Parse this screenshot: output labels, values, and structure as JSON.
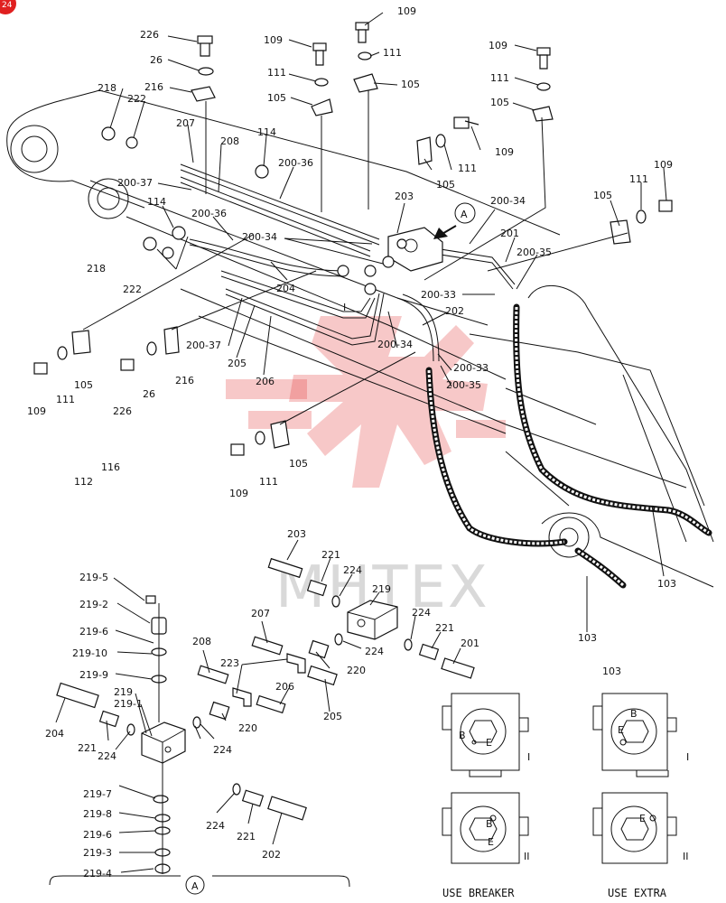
{
  "watermark": "MHTEX",
  "corner_badge": "24",
  "callout_A": "A",
  "roman_I": "I",
  "roman_II": "II",
  "section_A_label": "A",
  "caption_breaker": "USE BREAKER",
  "caption_extra": "USE EXTRA",
  "detail_code": "103",
  "panel_marks": {
    "B": "B",
    "E": "E"
  },
  "labels": [
    {
      "id": "226a",
      "text": "226"
    },
    {
      "id": "26a",
      "text": "26"
    },
    {
      "id": "216a",
      "text": "216"
    },
    {
      "id": "218a",
      "text": "218"
    },
    {
      "id": "222a",
      "text": "222"
    },
    {
      "id": "207a",
      "text": "207"
    },
    {
      "id": "208a",
      "text": "208"
    },
    {
      "id": "114a",
      "text": "114"
    },
    {
      "id": "200-37a",
      "text": "200-37"
    },
    {
      "id": "200-36a",
      "text": "200-36"
    },
    {
      "id": "109a",
      "text": "109"
    },
    {
      "id": "111a",
      "text": "111"
    },
    {
      "id": "105a",
      "text": "105"
    },
    {
      "id": "109b",
      "text": "109"
    },
    {
      "id": "111b",
      "text": "111"
    },
    {
      "id": "105b",
      "text": "105"
    },
    {
      "id": "109c",
      "text": "109"
    },
    {
      "id": "111c",
      "text": "111"
    },
    {
      "id": "105c",
      "text": "105"
    },
    {
      "id": "109d",
      "text": "109"
    },
    {
      "id": "111d",
      "text": "111"
    },
    {
      "id": "105d",
      "text": "105"
    },
    {
      "id": "203a",
      "text": "203"
    },
    {
      "id": "200-34a",
      "text": "200-34"
    },
    {
      "id": "109e",
      "text": "109"
    },
    {
      "id": "111e",
      "text": "111"
    },
    {
      "id": "105e",
      "text": "105"
    },
    {
      "id": "201a",
      "text": "201"
    },
    {
      "id": "200-35a",
      "text": "200-35"
    },
    {
      "id": "114b",
      "text": "114"
    },
    {
      "id": "200-36b",
      "text": "200-36"
    },
    {
      "id": "200-34b",
      "text": "200-34"
    },
    {
      "id": "218b",
      "text": "218"
    },
    {
      "id": "222b",
      "text": "222"
    },
    {
      "id": "204a",
      "text": "204"
    },
    {
      "id": "200-33a",
      "text": "200-33"
    },
    {
      "id": "202a",
      "text": "202"
    },
    {
      "id": "200-37b",
      "text": "200-37"
    },
    {
      "id": "205a",
      "text": "205"
    },
    {
      "id": "206a",
      "text": "206"
    },
    {
      "id": "200-34c",
      "text": "200-34"
    },
    {
      "id": "200-33b",
      "text": "200-33"
    },
    {
      "id": "200-35b",
      "text": "200-35"
    },
    {
      "id": "109f",
      "text": "109"
    },
    {
      "id": "111f",
      "text": "111"
    },
    {
      "id": "105f",
      "text": "105"
    },
    {
      "id": "226b",
      "text": "226"
    },
    {
      "id": "26b",
      "text": "26"
    },
    {
      "id": "216b",
      "text": "216"
    },
    {
      "id": "112a",
      "text": "112"
    },
    {
      "id": "116a",
      "text": "116"
    },
    {
      "id": "109g",
      "text": "109"
    },
    {
      "id": "111g",
      "text": "111"
    },
    {
      "id": "105g",
      "text": "105"
    },
    {
      "id": "103a",
      "text": "103"
    },
    {
      "id": "103b",
      "text": "103"
    },
    {
      "id": "203b",
      "text": "203"
    },
    {
      "id": "221a",
      "text": "221"
    },
    {
      "id": "224a",
      "text": "224"
    },
    {
      "id": "219a",
      "text": "219"
    },
    {
      "id": "207b",
      "text": "207"
    },
    {
      "id": "224b",
      "text": "224"
    },
    {
      "id": "221b",
      "text": "221"
    },
    {
      "id": "201b",
      "text": "201"
    },
    {
      "id": "208b",
      "text": "208"
    },
    {
      "id": "224c",
      "text": "224"
    },
    {
      "id": "223a",
      "text": "223"
    },
    {
      "id": "220a",
      "text": "220"
    },
    {
      "id": "206b",
      "text": "206"
    },
    {
      "id": "220b",
      "text": "220"
    },
    {
      "id": "205b",
      "text": "205"
    },
    {
      "id": "219-5",
      "text": "219-5"
    },
    {
      "id": "219-2",
      "text": "219-2"
    },
    {
      "id": "219-6a",
      "text": "219-6"
    },
    {
      "id": "219-10",
      "text": "219-10"
    },
    {
      "id": "219-9",
      "text": "219-9"
    },
    {
      "id": "219b",
      "text": "219"
    },
    {
      "id": "219-1",
      "text": "219-1"
    },
    {
      "id": "204b",
      "text": "204"
    },
    {
      "id": "221c",
      "text": "221"
    },
    {
      "id": "224d",
      "text": "224"
    },
    {
      "id": "224e",
      "text": "224"
    },
    {
      "id": "219-7",
      "text": "219-7"
    },
    {
      "id": "219-8",
      "text": "219-8"
    },
    {
      "id": "219-6b",
      "text": "219-6"
    },
    {
      "id": "219-3",
      "text": "219-3"
    },
    {
      "id": "219-4",
      "text": "219-4"
    },
    {
      "id": "224f",
      "text": "224"
    },
    {
      "id": "221d",
      "text": "221"
    },
    {
      "id": "202b",
      "text": "202"
    }
  ]
}
